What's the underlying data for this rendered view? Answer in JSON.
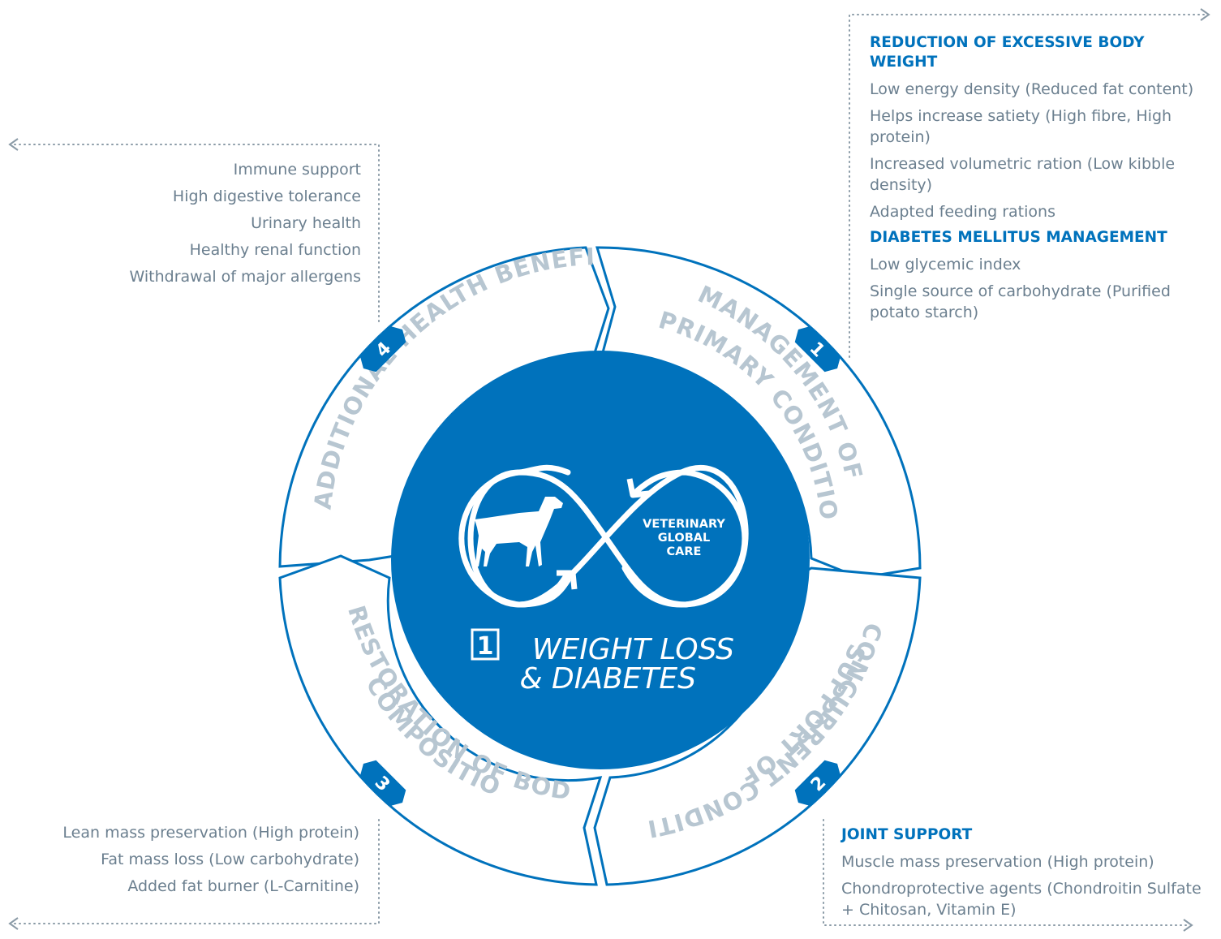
{
  "center": {
    "veterinary_global_care": [
      "VETERINARY",
      "GLOBAL",
      "CARE"
    ],
    "number": "1",
    "title_line1": "WEIGHT LOSS",
    "title_line2": "& DIABETES"
  },
  "segments": [
    {
      "number": "1",
      "label_lines": [
        "MANAGEMENT OF",
        "PRIMARY CONDITION"
      ]
    },
    {
      "number": "2",
      "label_lines": [
        "SUPPORT OF",
        "CONCURRENT CONDITIONS"
      ]
    },
    {
      "number": "3",
      "label_lines": [
        "RESTORATION OF BODY",
        "COMPOSITION"
      ]
    },
    {
      "number": "4",
      "label_lines": [
        "ADDITIONAL HEALTH BENEFITS"
      ]
    }
  ],
  "panel_primary": {
    "sections": [
      {
        "heading": "REDUCTION OF EXCESSIVE BODY WEIGHT",
        "items": [
          "Low energy density (Reduced fat content)",
          "Helps increase satiety (High fibre, High protein)",
          "Increased volumetric ration (Low kibble density)",
          "Adapted feeding rations"
        ]
      },
      {
        "heading": "DIABETES MELLITUS MANAGEMENT",
        "items": [
          "Low glycemic index",
          "Single source of carbohydrate (Purified potato starch)"
        ]
      }
    ]
  },
  "panel_concurrent": {
    "heading": "JOINT SUPPORT",
    "items": [
      "Muscle mass preservation (High protein)",
      "Chondroprotective agents (Chondroitin Sulfate + Chitosan, Vitamin E)"
    ]
  },
  "panel_composition": {
    "items": [
      "Lean mass preservation (High protein)",
      "Fat mass loss (Low carbohydrate)",
      "Added fat burner (L-Carnitine)"
    ]
  },
  "panel_additional": {
    "items": [
      "Immune support",
      "High digestive tolerance",
      "Urinary health",
      "Healthy renal function",
      "Withdrawal of major allergens"
    ]
  },
  "colors": {
    "brand_blue": "#0072bc",
    "label_grey": "#b7c6d1",
    "text_grey": "#6b7f8f"
  }
}
